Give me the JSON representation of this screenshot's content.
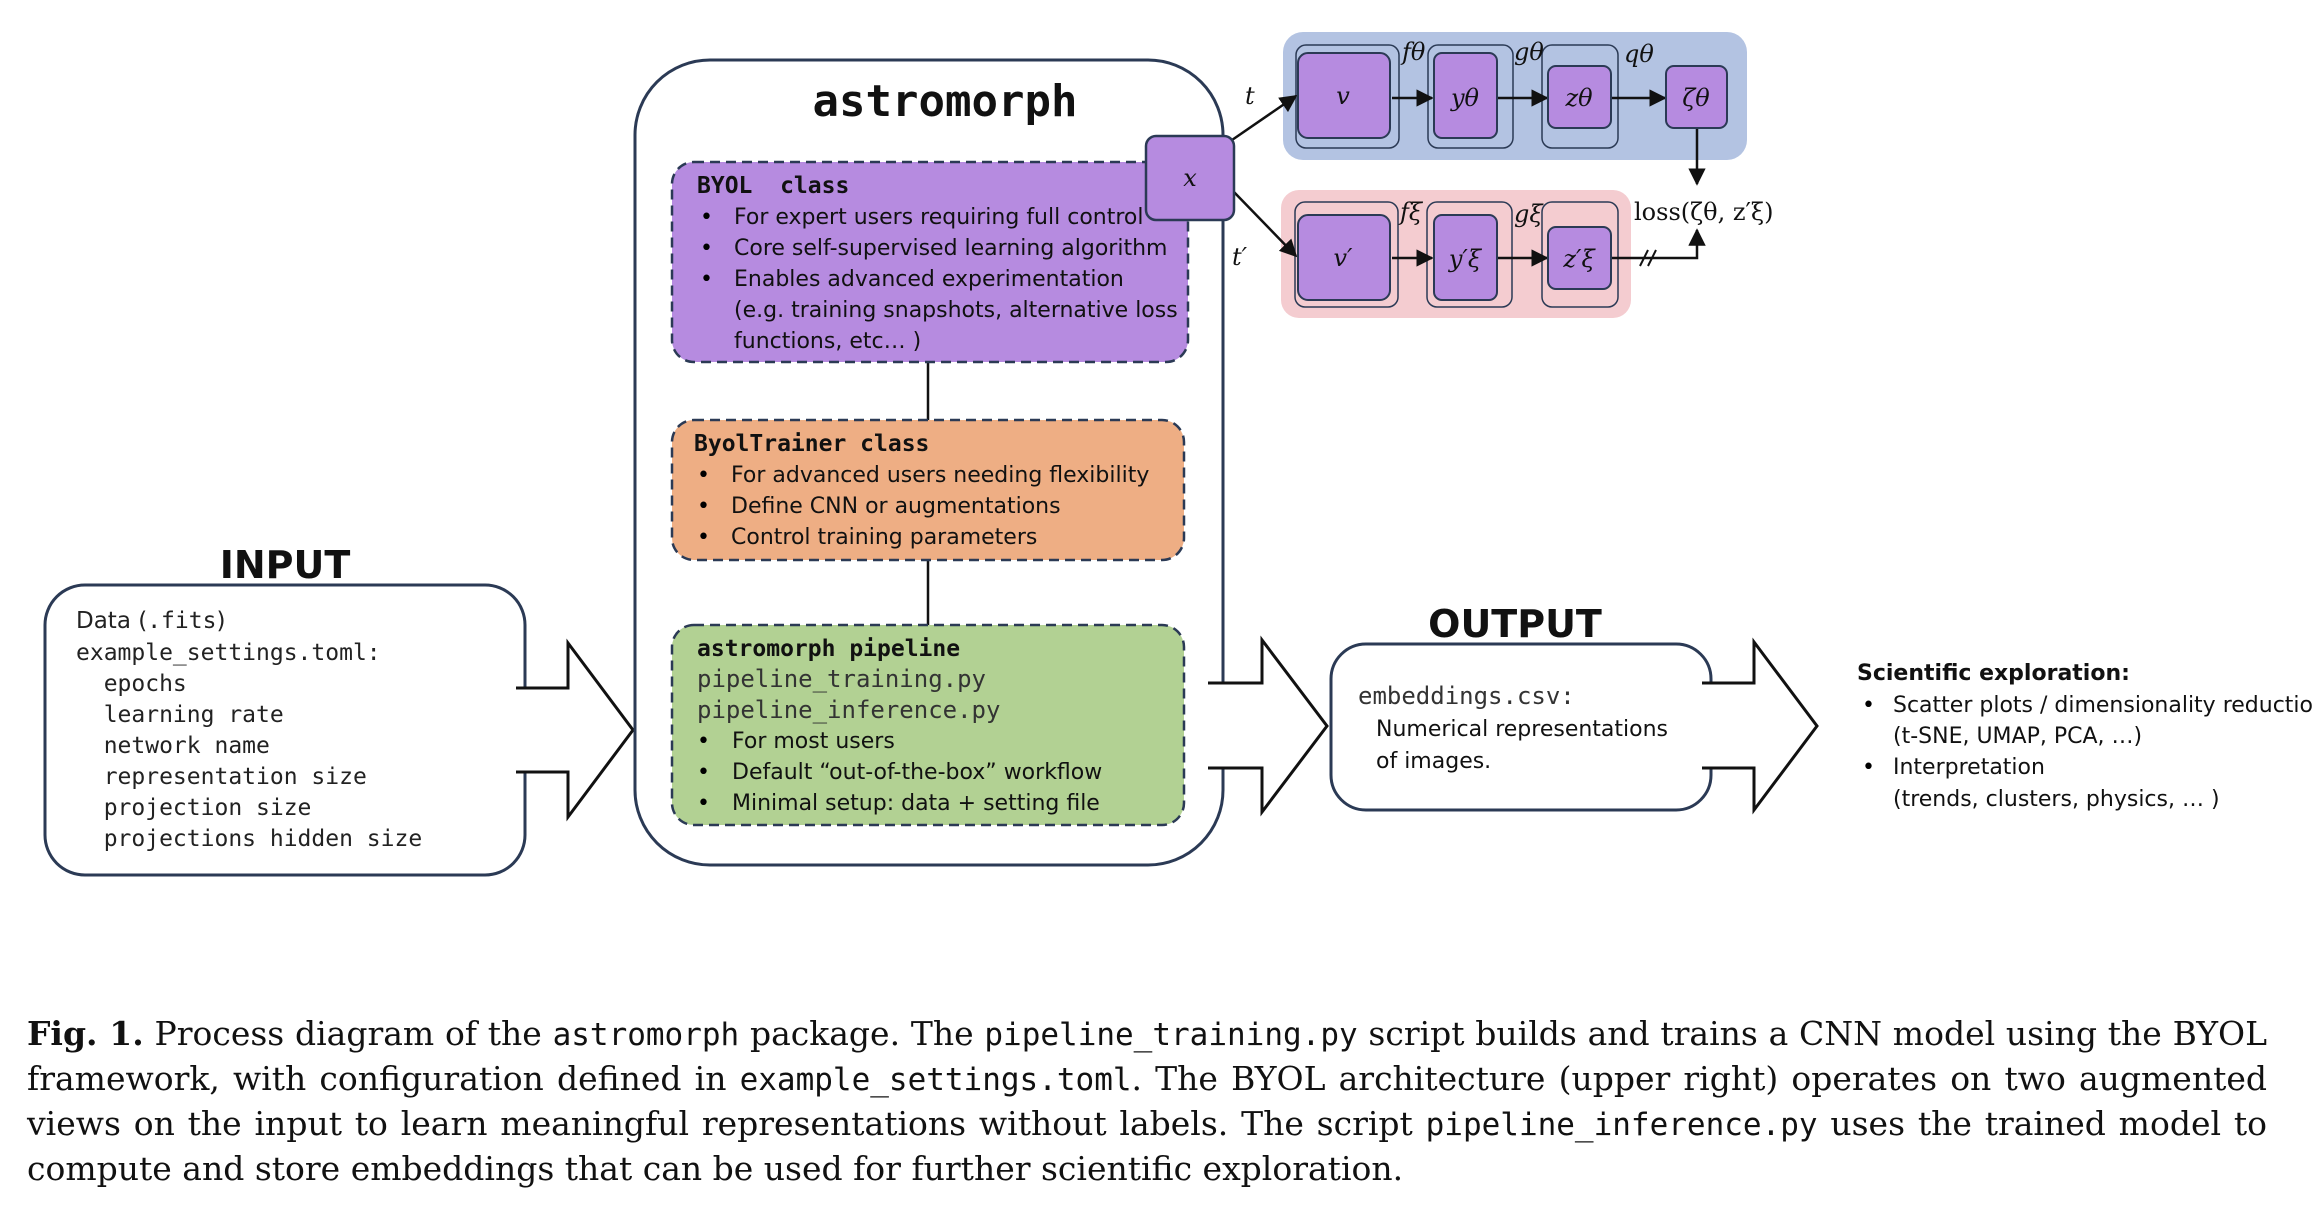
{
  "colors": {
    "byol": "#b68be0",
    "trainer": "#eeae84",
    "pipeline": "#b2d193",
    "online_bg": "#b3c3e2",
    "target_bg": "#f4ccd0",
    "node": "#b68be0",
    "stroke": "#2b3a55"
  },
  "input": {
    "heading": "INPUT",
    "lines": [
      {
        "text": "Data (",
        "code": ".fits",
        "after": ")"
      },
      {
        "code": "example_settings.toml:"
      },
      {
        "code": "  epochs"
      },
      {
        "code": "  learning rate"
      },
      {
        "code": "  network name"
      },
      {
        "code": "  representation size"
      },
      {
        "code": "  projection size"
      },
      {
        "code": "  projections hidden size"
      }
    ]
  },
  "astromorph": {
    "title": "astromorph",
    "byol": {
      "title": "BYOL  class",
      "bullets": [
        "For expert users requiring full control",
        "Core self-supervised learning algorithm",
        "Enables advanced experimentation"
      ],
      "continuation": [
        "(e.g. training snapshots, alternative loss",
        "functions, etc… )"
      ]
    },
    "trainer": {
      "title": "ByolTrainer class",
      "bullets": [
        "For advanced users needing flexibility",
        "Define CNN or augmentations",
        "Control training parameters"
      ]
    },
    "pipeline": {
      "title": "astromorph pipeline",
      "files": [
        "pipeline_training.py",
        "pipeline_inference.py"
      ],
      "bullets": [
        "For most users",
        "Default “out-of-the-box” workflow",
        "Minimal setup: data + setting file"
      ]
    }
  },
  "byol_arch": {
    "x": "x",
    "t": "t",
    "t_prime": "t′",
    "online_nodes": [
      "v",
      "yθ",
      "zθ",
      "ζθ"
    ],
    "online_labels": [
      "fθ",
      "gθ",
      "qθ"
    ],
    "target_nodes": [
      "v′",
      "y′ξ",
      "z′ξ"
    ],
    "target_labels": [
      "fξ",
      "gξ"
    ],
    "loss": "loss(ζθ, z′ξ)"
  },
  "output": {
    "heading": "OUTPUT",
    "file": "embeddings.csv:",
    "desc": [
      "Numerical representations",
      "of images."
    ]
  },
  "science": {
    "title": "Scientific exploration:",
    "items": [
      {
        "bullet": "Scatter plots / dimensionality reduction",
        "sub": "(t-SNE, UMAP, PCA, …)"
      },
      {
        "bullet": "Interpretation",
        "sub": "(trends, clusters, physics, … )"
      }
    ]
  },
  "caption": {
    "label": "Fig. 1.",
    "p1": " Process diagram of the ",
    "c1": "astromorph",
    "p2": " package. The ",
    "c2": "pipeline_training.py",
    "p3": " script builds and trains a CNN model using the BYOL framework, with configuration defined in ",
    "c3": "example_settings.toml",
    "p4": ". The BYOL architecture (upper right) operates on two augmented views on the input to learn meaningful representations without labels. The script ",
    "c4": "pipeline_inference.py",
    "p5": " uses the trained model to compute and store embeddings that can be used for further scientific exploration."
  }
}
